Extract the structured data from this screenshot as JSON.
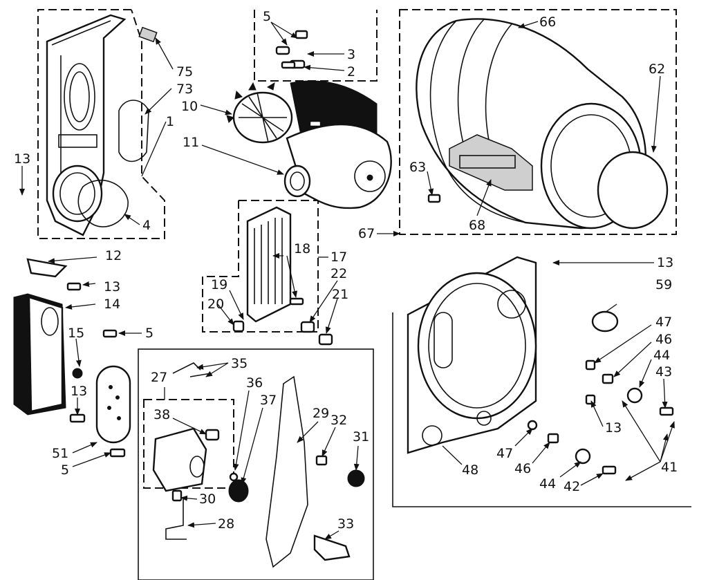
{
  "labels": [
    "5",
    "3",
    "2",
    "66",
    "62",
    "75",
    "73",
    "10",
    "13",
    "1",
    "11",
    "13",
    "13",
    "63",
    "68",
    "4",
    "67",
    "18",
    "17",
    "12",
    "13",
    "14",
    "22",
    "19",
    "21",
    "20",
    "13",
    "59",
    "15",
    "5",
    "47",
    "46",
    "44",
    "43",
    "35",
    "27",
    "36",
    "38",
    "37",
    "29",
    "32",
    "31",
    "13",
    "13",
    "51",
    "5",
    "30",
    "28",
    "33",
    "48",
    "47",
    "46",
    "44",
    "42",
    "41"
  ],
  "colors": {
    "ink": "#111111",
    "paper": "#ffffff",
    "shade": "#cfcfcf"
  },
  "icons": [
    "arrow-head-icon"
  ]
}
